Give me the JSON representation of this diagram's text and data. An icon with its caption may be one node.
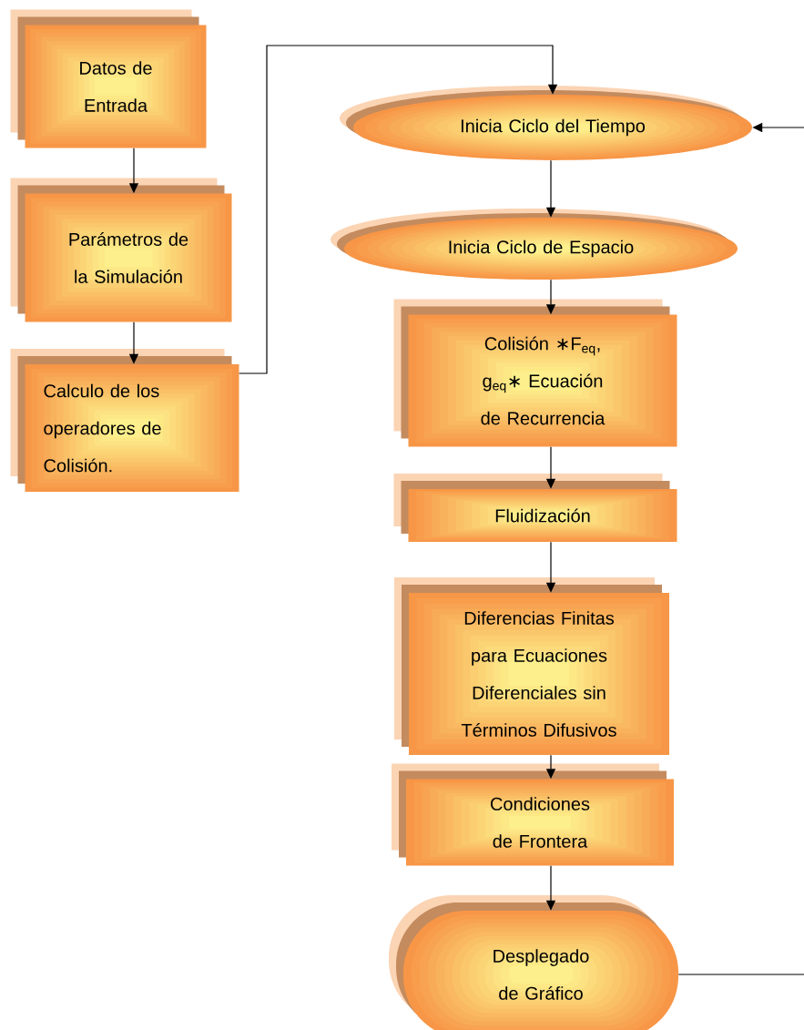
{
  "diagram": {
    "nodes": [
      {
        "text": [
          "Datos de Entrada"
        ]
      },
      {
        "text": [
          "Parámetros de la Simulación"
        ]
      },
      {
        "text": [
          "Calculo de los operadores de Colisión."
        ]
      },
      {
        "text": [
          "Inicia Ciclo del Tiempo"
        ]
      },
      {
        "text": [
          "Inicia Ciclo de Espacio"
        ]
      },
      {
        "text": [
          "Colisión ∗F$_{eq}$, g$_{eq}$∗ Ecuación de Recurrencia"
        ]
      },
      {
        "text": [
          "Fluidización"
        ]
      },
      {
        "text": [
          "Diferencias Finitas para Ecuaciones Diferenciales sin Términos Difusivos"
        ]
      },
      {
        "text": [
          "Condiciones de Frontera"
        ]
      },
      {
        "text": [
          "Desplegado de Gráfico"
        ]
      }
    ],
    "edges": [
      {
        "from": 0,
        "to": 1,
        "arrow": "to"
      },
      {
        "from": 1,
        "to": 2,
        "arrow": "to"
      },
      {
        "from": 2,
        "to": 3,
        "arrow": "to"
      },
      {
        "from": 3,
        "to": 4,
        "arrow": "to"
      },
      {
        "from": 4,
        "to": 5,
        "arrow": "to"
      },
      {
        "from": 5,
        "to": 6,
        "arrow": "to"
      },
      {
        "from": 6,
        "to": 7,
        "arrow": "to"
      },
      {
        "from": 7,
        "to": 8,
        "arrow": "to"
      },
      {
        "from": 8,
        "to": 9,
        "arrow": "to"
      },
      {
        "from": 9,
        "to": null,
        "arrow": "none"
      },
      {
        "from": null,
        "to": 3,
        "arrow": "to"
      }
    ]
  }
}
